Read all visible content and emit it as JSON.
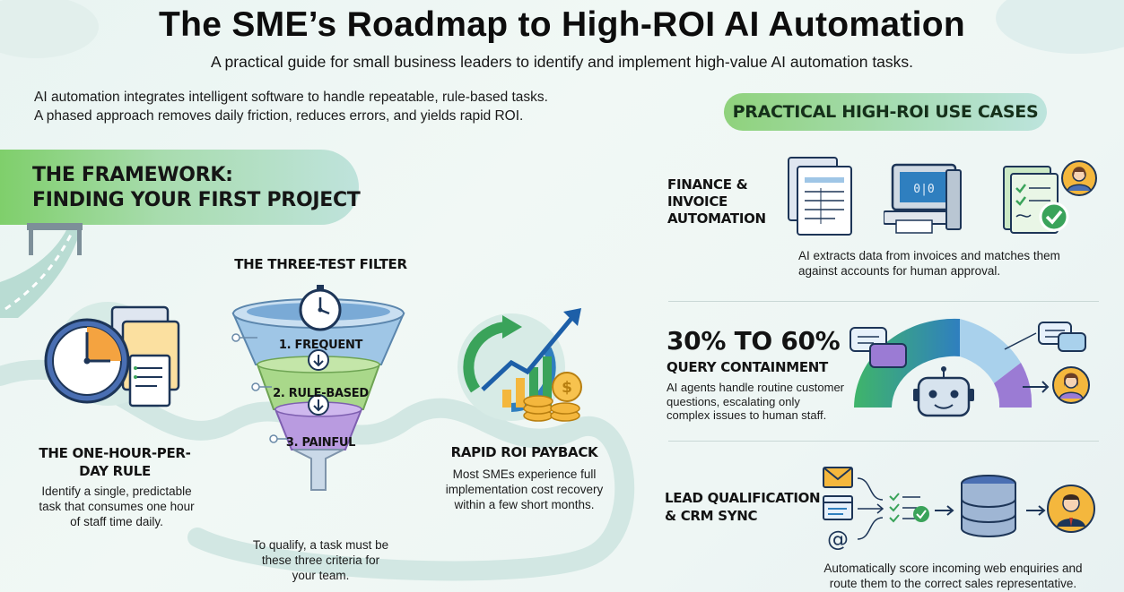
{
  "header": {
    "title": "The SME’s Roadmap to High-ROI AI Automation",
    "subtitle": "A practical guide for small business leaders to identify and implement high-value AI automation tasks."
  },
  "intro": {
    "line1": "AI automation integrates intelligent software to handle repeatable, rule-based tasks.",
    "line2": "A phased approach removes daily friction, reduces errors, and yields rapid ROI."
  },
  "framework": {
    "title_line1": "THE FRAMEWORK:",
    "title_line2": "FINDING YOUR FIRST PROJECT",
    "rule": {
      "heading_line1": "THE ONE-HOUR-PER-",
      "heading_line2": "DAY RULE",
      "text_line1": "Identify a single, predictable",
      "text_line2": "task that consumes one hour",
      "text_line3": "of staff time daily."
    },
    "filter": {
      "heading": "THE THREE-TEST FILTER",
      "stage1": "1. FREQUENT",
      "stage2": "2. RULE-BASED",
      "stage3": "3. PAINFUL",
      "text_line1": "To qualify, a task must be",
      "text_line2": "these three criteria for",
      "text_line3": "your team."
    },
    "payback": {
      "heading": "RAPID ROI PAYBACK",
      "text_line1": "Most SMEs experience full",
      "text_line2": "implementation cost recovery",
      "text_line3": "within a few short months."
    }
  },
  "use_cases": {
    "heading": "PRACTICAL HIGH-ROI USE CASES",
    "finance": {
      "title_line1": "FINANCE &",
      "title_line2": "INVOICE",
      "title_line3": "AUTOMATION",
      "text_line1": "AI extracts data from invoices and matches them",
      "text_line2": "against accounts for human approval."
    },
    "query": {
      "stat": "30% TO 60%",
      "label": "QUERY CONTAINMENT",
      "text_line1": "AI agents handle routine customer",
      "text_line2": "questions, escalating only",
      "text_line3": "complex issues to human staff."
    },
    "lead": {
      "title_line1": "LEAD QUALIFICATION",
      "title_line2": "& CRM SYNC",
      "text_line1": "Automatically score incoming web enquiries and",
      "text_line2": "route them to the correct sales representative."
    }
  },
  "colors": {
    "accent_green": "#7fcf6b",
    "funnel_blue": "#9fc6e6",
    "funnel_green": "#a9d88a",
    "funnel_purple": "#b99be0",
    "navy": "#1d3557",
    "gold": "#f4b73d"
  },
  "icons": [
    "road-icon",
    "clock-icon",
    "documents-icon",
    "funnel-icon",
    "stopwatch-icon",
    "roi-chart-icon",
    "coins-icon",
    "invoice-icon",
    "computer-icon",
    "checklist-icon",
    "user-avatar-icon",
    "chat-bubble-icon",
    "robot-icon",
    "email-icon",
    "web-form-icon",
    "at-sign-icon",
    "database-icon"
  ]
}
